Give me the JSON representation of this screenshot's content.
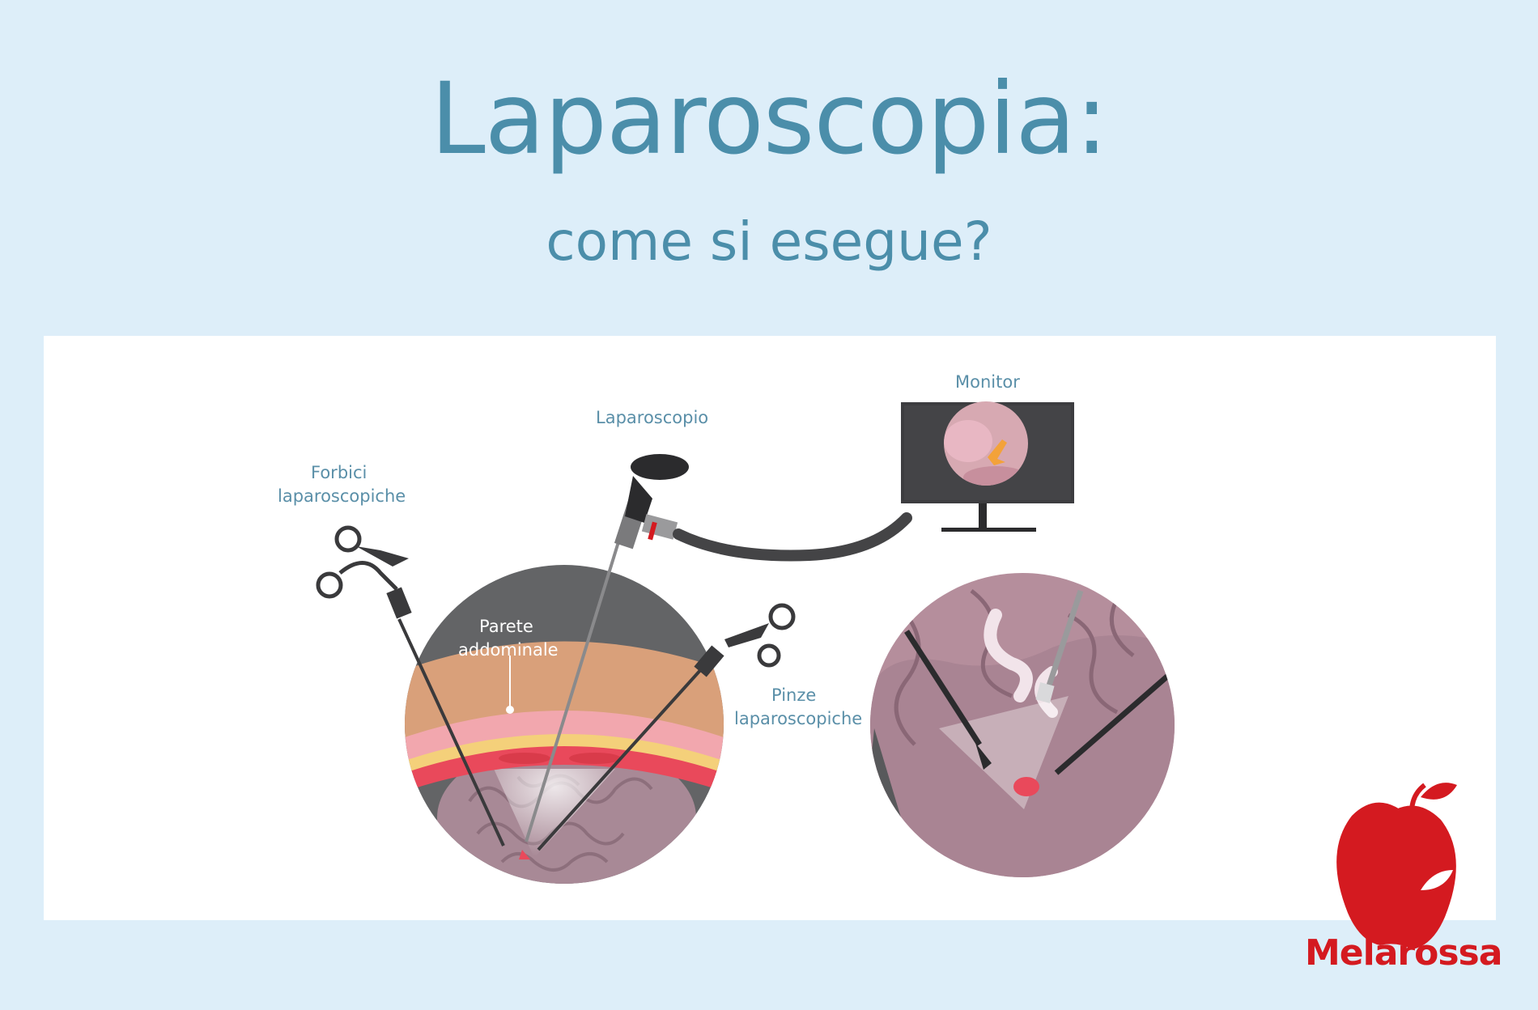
{
  "title": "Laparoscopia:",
  "subtitle": "come si esegue?",
  "labels": {
    "monitor": "Monitor",
    "laparoscope": "Laparoscopio",
    "scissors_line1": "Forbici",
    "scissors_line2": "laparoscopiche",
    "wall_line1": "Parete",
    "wall_line2": "addominale",
    "forceps_line1": "Pinze",
    "forceps_line2": "laparoscopiche"
  },
  "brand": "Melarossa",
  "colors": {
    "background": "#ddeef9",
    "title": "#4b8eaa",
    "label": "#5a8fa8",
    "brand_red": "#d41a20",
    "circle_gray": "#636466",
    "abdominal_wall": "#d9a07a",
    "tissue_purple": "#b38f9c"
  },
  "icons": [
    "apple-logo-icon"
  ]
}
